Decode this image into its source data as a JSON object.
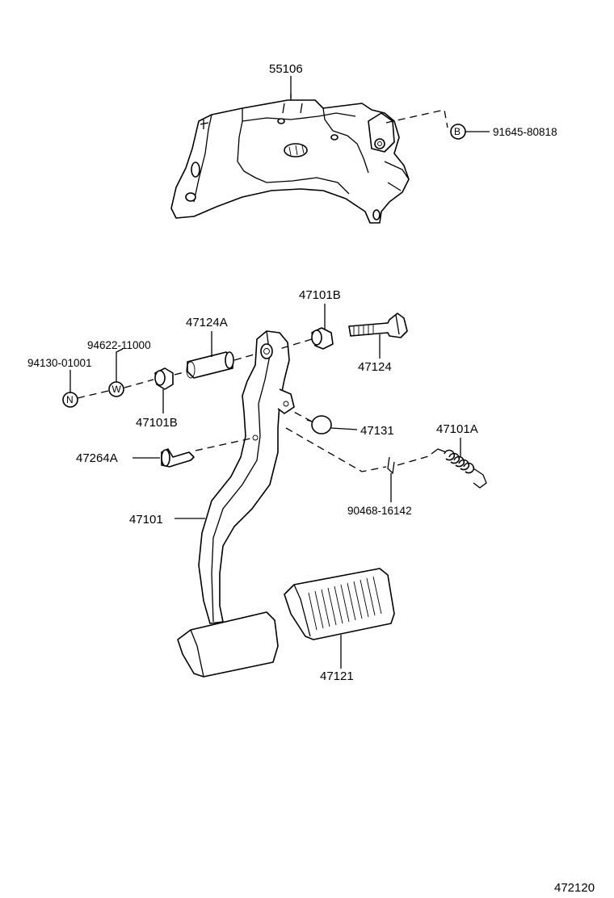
{
  "diagram": {
    "labels": {
      "bracket": "55106",
      "bolt_b": "91645-80818",
      "bush_upper": "47101B",
      "collar": "47124A",
      "washer_w": "94622-11000",
      "nut_n": "94130-01001",
      "bolt": "47124",
      "bush_lower": "47101B",
      "stopper": "47131",
      "spring": "47101A",
      "pin": "47264A",
      "clip": "90468-16142",
      "pedal_arm": "47101",
      "pad": "47121"
    },
    "markers": {
      "b": "B",
      "w": "W",
      "n": "N"
    },
    "figure_number": "472120"
  }
}
